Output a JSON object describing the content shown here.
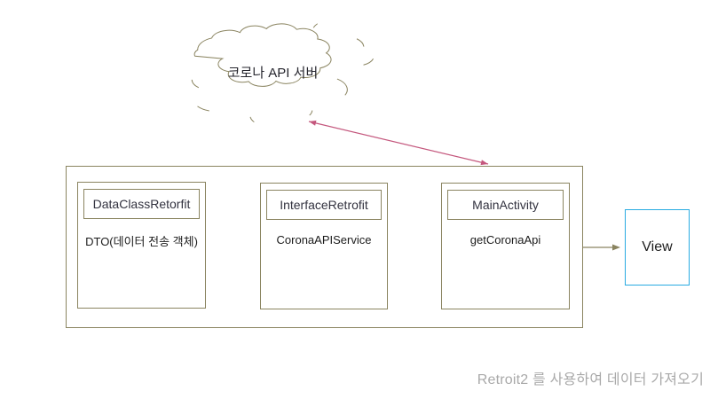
{
  "cloud": {
    "label": "코로나 API 서버"
  },
  "boxes": [
    {
      "title": "DataClassRetorfit",
      "body": "DTO(데이터 전송 객체)"
    },
    {
      "title": "InterfaceRetrofit",
      "body": "CoronaAPIService"
    },
    {
      "title": "MainActivity",
      "body": "getCoronaApi"
    }
  ],
  "view": {
    "label": "View"
  },
  "caption": "Retroit2 를 사용하여 데이터 가져오기",
  "colors": {
    "outline_olive": "#8a8460",
    "arrow_pink": "#c4577d",
    "view_border_cyan": "#29abe2",
    "caption_gray": "#a9a9a9"
  }
}
